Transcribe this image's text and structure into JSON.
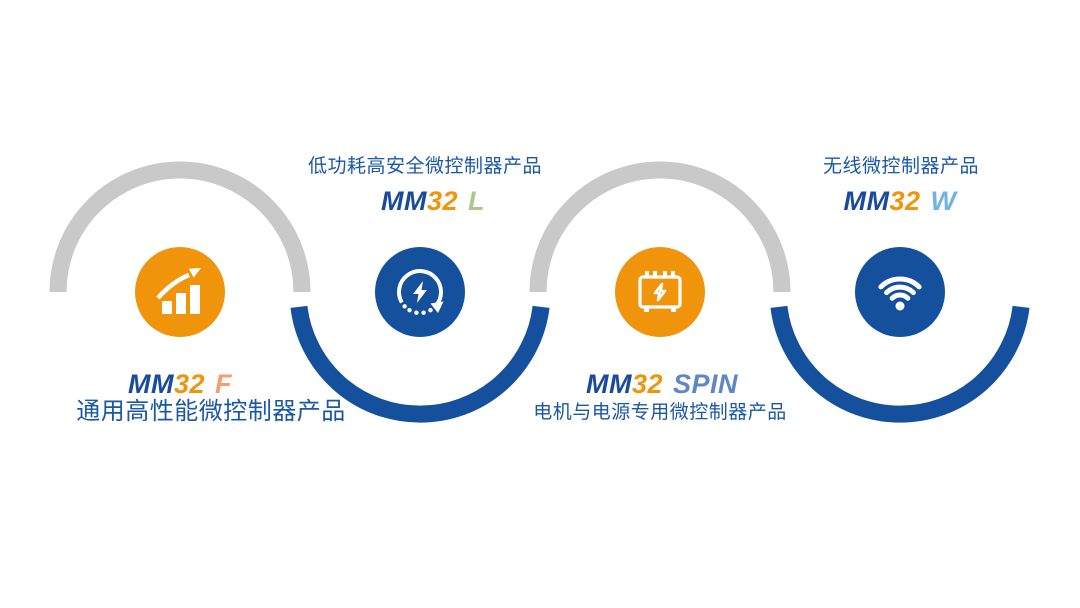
{
  "diagram_title": "MM32 microcontroller product family wave diagram",
  "colors": {
    "brand_blue": "#15509C",
    "brand_orange": "#F0940C",
    "arc_gray": "#C9C9C9",
    "description_text_blue": "#1A58A6",
    "name_mm_blue": "#1A4A9C",
    "name_num_orange": "#F0940C"
  },
  "products": [
    {
      "name_mm": "MM",
      "name_num": "32",
      "name_suffix": "F",
      "suffix_color": "#F49E6E",
      "description": "通用高性能微控制器产品",
      "icon": "growth-chart-icon",
      "circle_color": "#F0940C",
      "label_position": "below"
    },
    {
      "name_mm": "MM",
      "name_num": "32",
      "name_suffix": "L",
      "suffix_color": "#ABC98C",
      "description": "低功耗高安全微控制器产品",
      "icon": "power-cycle-icon",
      "circle_color": "#15509C",
      "label_position": "above"
    },
    {
      "name_mm": "MM",
      "name_num": "32",
      "name_suffix": "SPIN",
      "suffix_color": "#5F86C6",
      "description": "电机与电源专用微控制器产品",
      "icon": "motor-module-icon",
      "circle_color": "#F0940C",
      "label_position": "below"
    },
    {
      "name_mm": "MM",
      "name_num": "32",
      "name_suffix": "W",
      "suffix_color": "#6FB3E0",
      "description": "无线微控制器产品",
      "icon": "wifi-icon",
      "circle_color": "#15509C",
      "label_position": "above"
    }
  ]
}
